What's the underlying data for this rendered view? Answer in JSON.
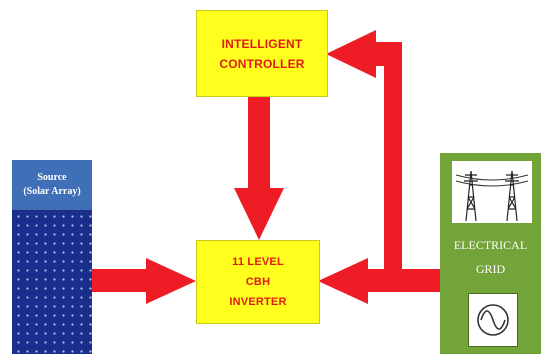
{
  "colors": {
    "arrow": "#ee1c24",
    "box_fill": "#ffff1e",
    "box_text": "#e41b14",
    "source_header": "#3f6fb6",
    "solar_panel": "#1a2e8c",
    "grid_box": "#72a43a"
  },
  "controller": {
    "line1": "INTELLIGENT",
    "line2": "CONTROLLER"
  },
  "inverter": {
    "line1": "11 LEVEL",
    "line2": "CBH",
    "line3": "INVERTER"
  },
  "source": {
    "line1": "Source",
    "line2": "(Solar Array)"
  },
  "grid": {
    "line1": "ELECTRICAL",
    "line2": "GRID",
    "icons": [
      "transmission-tower-icon",
      "ac-sine-wave-icon"
    ]
  }
}
